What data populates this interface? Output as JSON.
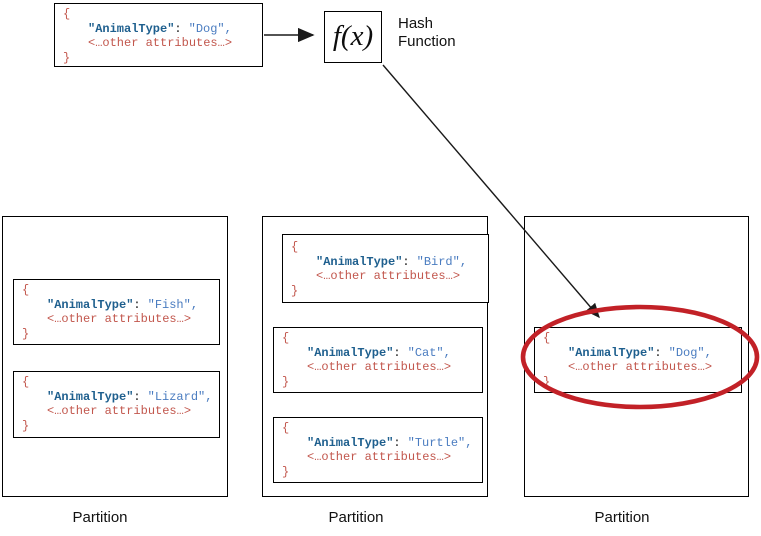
{
  "colors": {
    "json_key_blue": "#1e5f8e",
    "json_value_blue": "#4a7cc0",
    "json_attrs_red": "#c2574d",
    "highlight_circle_red": "#c22127",
    "arrow_black": "#1a1a1a"
  },
  "hash_function": {
    "symbol": "f(x)",
    "label": "Hash Function"
  },
  "source_document": {
    "open": "{",
    "key": "\"AnimalType\"",
    "colon": ":",
    "value": "\"Dog\",",
    "attrs": "<…other attributes…>",
    "close": "}"
  },
  "partitions": [
    {
      "label": "Partition",
      "docs": [
        {
          "open": "{",
          "key": "\"AnimalType\"",
          "colon": ":",
          "value": "\"Fish\",",
          "attrs": "<…other attributes…>",
          "close": "}"
        },
        {
          "open": "{",
          "key": "\"AnimalType\"",
          "colon": ":",
          "value": "\"Lizard\",",
          "attrs": "<…other attributes…>",
          "close": "}"
        }
      ]
    },
    {
      "label": "Partition",
      "docs": [
        {
          "open": "{",
          "key": "\"AnimalType\"",
          "colon": ":",
          "value": "\"Bird\",",
          "attrs": "<…other attributes…>",
          "close": "}"
        },
        {
          "open": "{",
          "key": "\"AnimalType\"",
          "colon": ":",
          "value": "\"Cat\",",
          "attrs": "<…other attributes…>",
          "close": "}"
        },
        {
          "open": "{",
          "key": "\"AnimalType\"",
          "colon": ":",
          "value": "\"Turtle\",",
          "attrs": "<…other attributes…>",
          "close": "}"
        }
      ]
    },
    {
      "label": "Partition",
      "docs": [
        {
          "open": "{",
          "key": "\"AnimalType\"",
          "colon": ":",
          "value": "\"Dog\",",
          "attrs": "<…other attributes…>",
          "close": "}"
        }
      ]
    }
  ]
}
